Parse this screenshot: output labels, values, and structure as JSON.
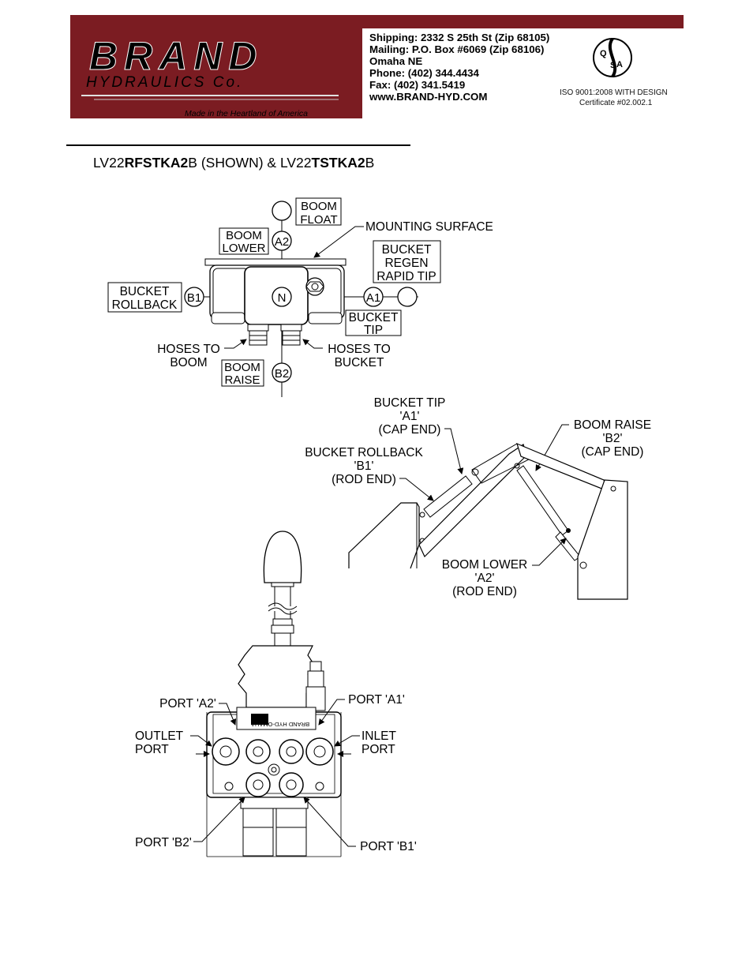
{
  "header": {
    "brand_main": "BRAND",
    "brand_sub": "HYDRAULICS Co.",
    "tagline": "Made in the Heartland of America",
    "contact": [
      "Shipping: 2332 S 25th St (Zip 68105)",
      "Mailing: P.O. Box #6069 (Zip 68106)",
      "Omaha NE",
      "Phone: (402) 344.4434",
      "Fax: (402) 341.5419",
      "www.BRAND-HYD.COM"
    ],
    "iso_letters": [
      "Q",
      "S",
      "A"
    ],
    "iso_text": "ISO 9001:2008 WITH DESIGN",
    "iso_cert": "Certificate #02.002.1",
    "colors": {
      "banner": "#7b1c22"
    }
  },
  "title": {
    "p1": "LV22",
    "b1": "RFSTKA2",
    "p2": "B (SHOWN) & LV22",
    "b2": "TSTKA2",
    "p3": "B"
  },
  "valve_diagram": {
    "boom_float": [
      "BOOM",
      "FLOAT"
    ],
    "boom_lower": [
      "BOOM",
      "LOWER"
    ],
    "mounting_surface": "MOUNTING SURFACE",
    "bucket_regen": [
      "BUCKET",
      "REGEN",
      "RAPID TIP"
    ],
    "bucket_rollback": [
      "BUCKET",
      "ROLLBACK"
    ],
    "bucket_tip": [
      "BUCKET",
      "TIP"
    ],
    "hoses_boom": [
      "HOSES TO",
      "BOOM"
    ],
    "hoses_bucket": [
      "HOSES TO",
      "BUCKET"
    ],
    "boom_raise": [
      "BOOM",
      "RAISE"
    ],
    "ports": {
      "a2": "A2",
      "b1": "B1",
      "n": "N",
      "a1": "A1",
      "b2": "B2"
    }
  },
  "loader_diagram": {
    "bucket_tip": [
      "BUCKET TIP",
      "'A1'",
      "(CAP END)"
    ],
    "bucket_rollback": [
      "BUCKET ROLLBACK",
      "'B1'",
      "(ROD END)"
    ],
    "boom_raise": [
      "BOOM RAISE",
      "'B2'",
      "(CAP END)"
    ],
    "boom_lower": [
      "BOOM LOWER",
      "'A2'",
      "(ROD END)"
    ]
  },
  "port_diagram": {
    "port_a2": "PORT 'A2'",
    "port_a1": "PORT 'A1'",
    "outlet": [
      "OUTLET",
      "PORT"
    ],
    "inlet": [
      "INLET",
      "PORT"
    ],
    "port_b2": "PORT 'B2'",
    "port_b1": "PORT 'B1'",
    "plate_text": "BRAND HYD-OMAHA"
  }
}
